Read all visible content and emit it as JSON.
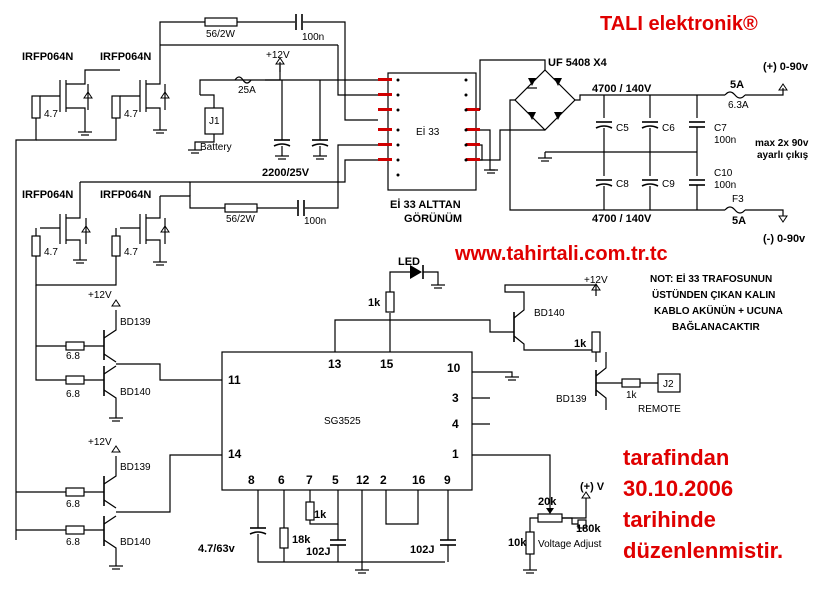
{
  "brand": "TALI elektronik®",
  "website": "www.tahirtali.com.tr.tc",
  "credit": [
    "tarafindan",
    "30.10.2006",
    "tarihinde",
    "düzenlenmistir."
  ],
  "note": [
    "NOT: Eİ 33 TRAFOSUNUN",
    "ÜSTÜNDEN ÇIKAN KALIN",
    "KABLO AKÜNÜN + UCUNA",
    "BAĞLANACAKTIR"
  ],
  "transformer": {
    "label": "Eİ 33",
    "caption": [
      "Eİ 33 ALTTAN",
      "GÖRÜNÜM"
    ]
  },
  "components": {
    "mosfet": "IRFP064N",
    "gate_res": "4.7",
    "snubber_res": "56/2W",
    "snubber_cap": "100n",
    "vcc": "+12V",
    "fuse_in": "25A",
    "jack": "J1",
    "battery": "Battery",
    "cap_in": "2200/25V",
    "bridge": "UF 5408 X4",
    "cap_out": "4700 / 140V",
    "c5": "C5",
    "c6": "C6",
    "c7": "C7",
    "c7v": "100n",
    "c8": "C8",
    "c9": "C9",
    "c10": "C10",
    "c10v": "100n",
    "fuse_out": "5A",
    "fuse_out2": "6.3A",
    "f3": "F3",
    "out_pos": "(+) 0-90v",
    "out_neg": "(-) 0-90v",
    "out_note": [
      "max 2x 90v",
      "ayarlı çıkış"
    ],
    "bd139": "BD139",
    "bd140": "BD140",
    "r68": "6.8",
    "led": "LED",
    "r1k": "1k",
    "ic": "SG3525",
    "j2": "J2",
    "remote": "REMOTE",
    "pins": {
      "p13": "13",
      "p15": "15",
      "p10": "10",
      "p11": "11",
      "p3": "3",
      "p4": "4",
      "p14": "14",
      "p1": "1",
      "p8": "8",
      "p6": "6",
      "p7": "7",
      "p5": "5",
      "p12": "12",
      "p2": "2",
      "p16": "16",
      "p9": "9"
    },
    "c_soft": "4.7/63v",
    "r18k": "18k",
    "c102": "102J",
    "c102b": "102J",
    "r20k": "20k",
    "r180k": "180k",
    "r10k": "10k",
    "vplus": "(+) V",
    "vadj": "Voltage Adjust"
  }
}
